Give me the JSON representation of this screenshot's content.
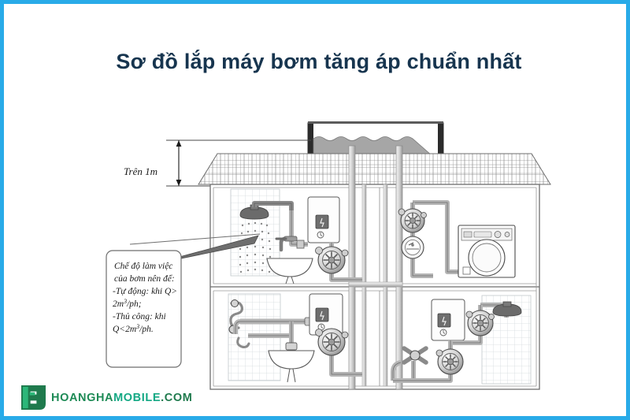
{
  "page": {
    "border_color": "#29abe8",
    "background": "#ffffff"
  },
  "header": {
    "title": "Sơ đồ lắp máy bơm tăng áp chuẩn nhất",
    "title_color": "#17354f"
  },
  "diagram": {
    "type": "plumbing-schematic",
    "dimension_label": "Trên 1m",
    "callout": {
      "lines": [
        "Chế độ làm việc",
        "của bơm nên để:",
        "-Tự động: khi Q>",
        "2m3/ph;",
        "-Thủ công: khi",
        "Q<2m3/ph."
      ],
      "line1": "Chế độ làm việc",
      "line2": "của bơm nên để:",
      "line3_a": "-Tự động: khi Q>",
      "line4_a": "2m",
      "line4_sup": "3",
      "line4_b": "/ph;",
      "line5": "-Thủ công: khi",
      "line6_a": "Q<2m",
      "line6_sup": "3",
      "line6_b": "/ph."
    },
    "components": [
      "water-tank",
      "roof",
      "riser-pipe-left",
      "riser-pipe-right",
      "shower-head-upper",
      "water-heater-upper-left",
      "booster-pump-upper-left",
      "sink-upper-left",
      "faucet-upper-left",
      "booster-pump-upper-right",
      "water-meter-upper-right",
      "faucet-upper-right",
      "washing-machine",
      "hand-shower-lower-left",
      "sink-lower-left",
      "water-heater-lower-left",
      "booster-pump-lower-left",
      "water-heater-lower-right",
      "booster-pump-lower-right-upper",
      "booster-pump-lower-right-lower",
      "valve-lower-right",
      "shower-head-lower-right"
    ],
    "stroke_color": "#555555",
    "tank_fill": "#a6a6a6",
    "tile_color": "#d8dde0"
  },
  "footer": {
    "logo": {
      "mark_color_dark": "#1f7a4d",
      "mark_color_light": "#2cb779",
      "text_part1": "HOANGHA",
      "text_part2": "MOBILE",
      "text_part3": ".COM"
    }
  }
}
